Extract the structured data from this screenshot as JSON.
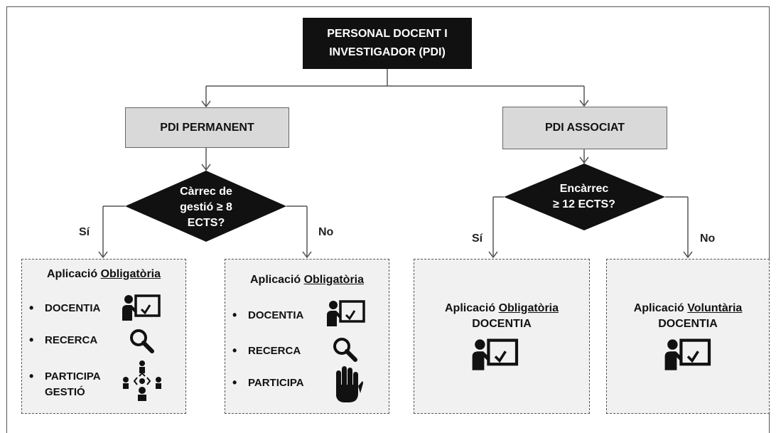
{
  "root": {
    "line1": "PERSONAL DOCENT I",
    "line2": "INVESTIGADOR (PDI)"
  },
  "permanent": {
    "label": "PDI PERMANENT",
    "decision": {
      "line1": "Càrrec de",
      "line2": "gestió ≥ 8",
      "line3": "ECTS?"
    },
    "yes_label": "Sí",
    "no_label": "No",
    "yes_box": {
      "title_prefix": "Aplicació ",
      "title_emph": "Obligatòria",
      "items": [
        "DOCENTIA",
        "RECERCA",
        "PARTICIPA",
        "GESTIÓ"
      ]
    },
    "no_box": {
      "title_prefix": "Aplicació ",
      "title_emph": "Obligatòria",
      "items": [
        "DOCENTIA",
        "RECERCA",
        "PARTICIPA"
      ]
    }
  },
  "associat": {
    "label": "PDI ASSOCIAT",
    "decision": {
      "line1": "Encàrrec",
      "line2": "≥ 12 ECTS?"
    },
    "yes_label": "Sí",
    "no_label": "No",
    "yes_box": {
      "title_prefix": "Aplicació ",
      "title_emph": "Obligatòria",
      "subtitle": "DOCENTIA"
    },
    "no_box": {
      "title_prefix": "Aplicació ",
      "title_emph": "Voluntària",
      "subtitle": "DOCENTIA"
    }
  },
  "icons": {
    "teacher": "teacher-board-icon",
    "search": "magnifier-icon",
    "participation": "meeting-people-icon",
    "stop": "hand-stop-icon"
  }
}
